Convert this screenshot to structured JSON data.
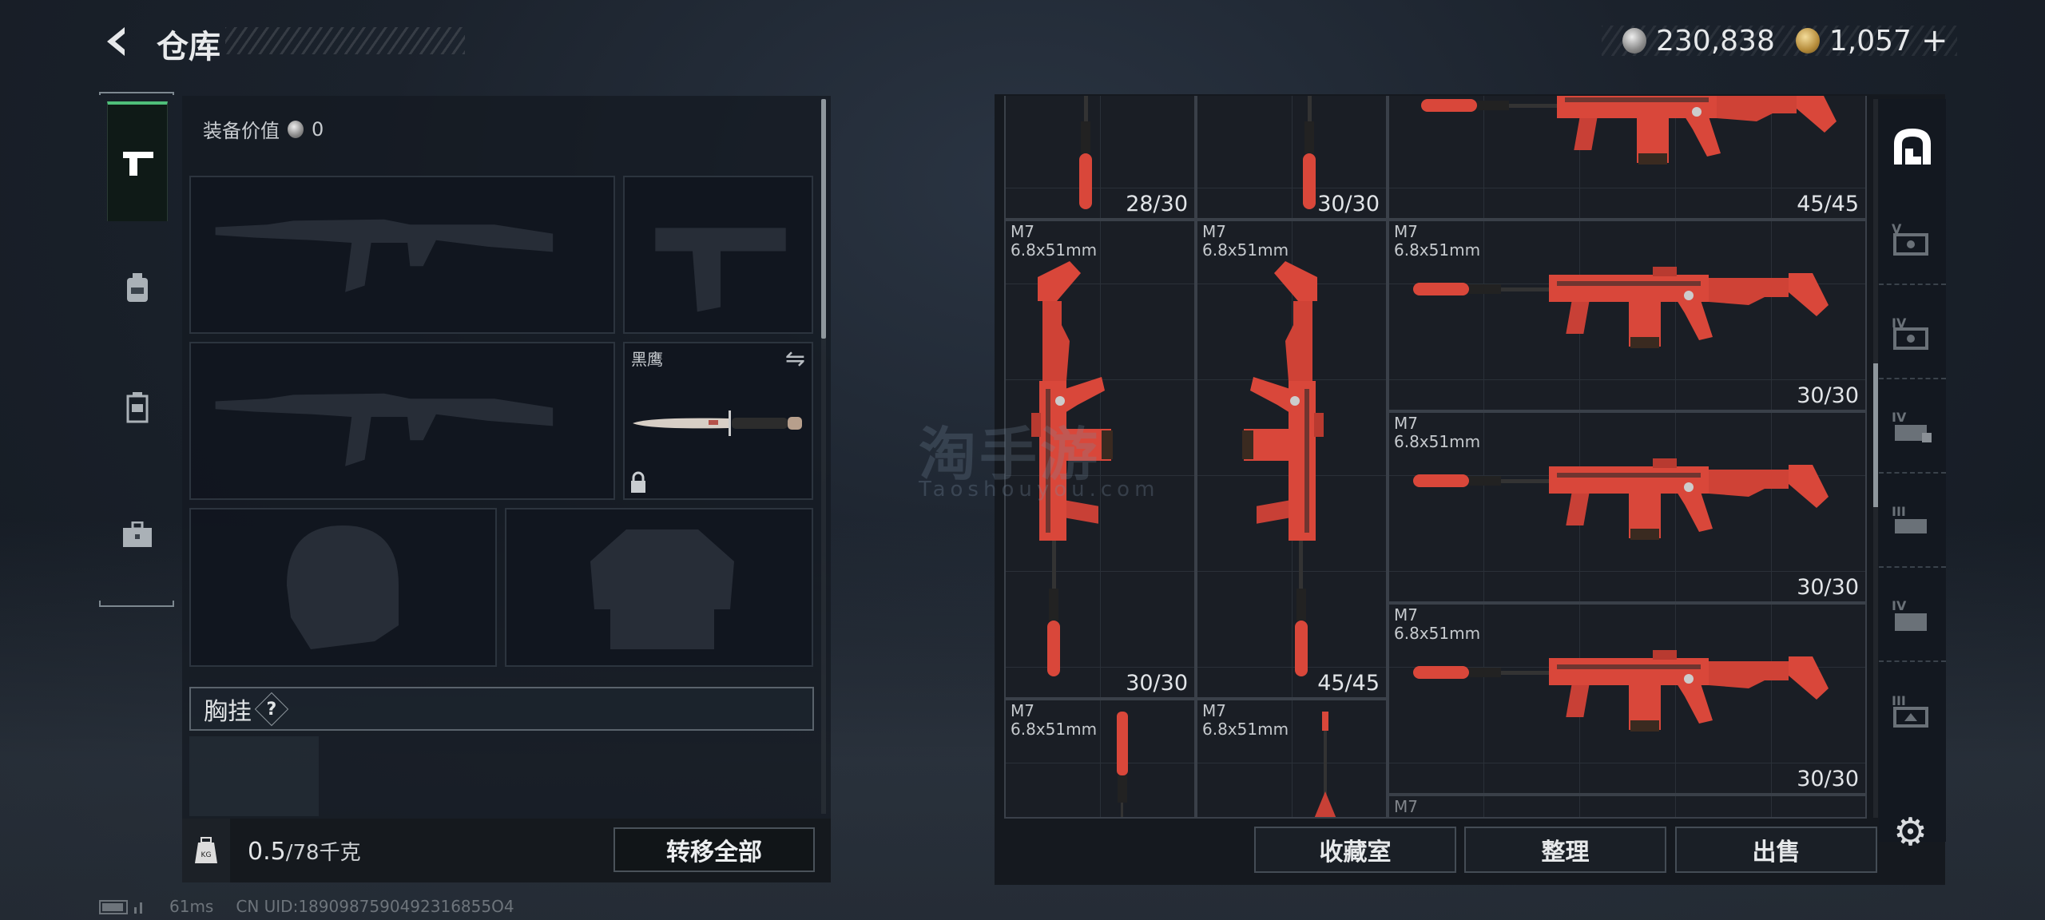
{
  "header": {
    "title": "仓库",
    "silver": "230,838",
    "gold": "1,057",
    "gold_add": "+"
  },
  "equipment": {
    "value_label": "装备价值",
    "value": "0",
    "knife_name": "黑鹰",
    "chest_label": "胸挂",
    "chest_help": "?"
  },
  "footer": {
    "weight_current": "0.5",
    "weight_max": "/78千克",
    "transfer_all": "转移全部",
    "kg_label": "KG"
  },
  "status": {
    "ping": "61ms",
    "uid": "CN UID:1890987590492316855O4"
  },
  "stash": {
    "items": [
      {
        "name": "",
        "ammo": "28/30"
      },
      {
        "name": "",
        "ammo": "30/30"
      },
      {
        "name": "",
        "ammo": "45/45"
      },
      {
        "name": "M7\n6.8x51mm",
        "ammo": "30/30"
      },
      {
        "name": "M7\n6.8x51mm",
        "ammo": "45/45"
      },
      {
        "name": "M7\n6.8x51mm",
        "ammo": "30/30"
      },
      {
        "name": "M7\n6.8x51mm",
        "ammo": "30/30"
      },
      {
        "name": "M7\n6.8x51mm",
        "ammo": "30/30"
      },
      {
        "name": "M7\n6.8x51mm",
        "ammo": ""
      },
      {
        "name": "M7\n6.8x51mm",
        "ammo": ""
      },
      {
        "name": "M7",
        "ammo": ""
      }
    ]
  },
  "right_rail": [
    "V",
    "IV",
    "IV",
    "III",
    "IV",
    "III"
  ],
  "actions": {
    "collection": "收藏室",
    "organize": "整理",
    "sell": "出售"
  },
  "watermark": {
    "cn": "淘手游",
    "en": "Taoshouyou.com"
  },
  "colors": {
    "accent": "#4fbf7a",
    "gun": "#d9473a"
  }
}
